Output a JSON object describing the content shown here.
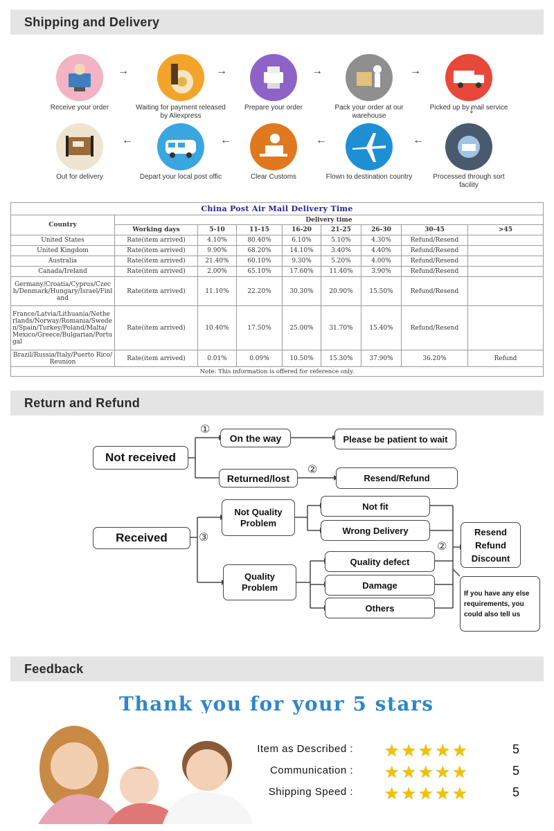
{
  "sections": {
    "shipping": "Shipping and Delivery",
    "return": "Return and Refund",
    "feedback": "Feedback"
  },
  "process": {
    "row1": [
      {
        "label": "Receive your order",
        "icon": "computer-user-icon"
      },
      {
        "label": "Waiting for payment released by Aliexpress",
        "icon": "money-bag-icon"
      },
      {
        "label": "Prepare your order",
        "icon": "printer-icon"
      },
      {
        "label": "Pack your order at our warehouse",
        "icon": "package-icon"
      },
      {
        "label": "Picked up by mail service",
        "icon": "truck-icon"
      }
    ],
    "row2": [
      {
        "label": "Out for delivery",
        "icon": "parcel-icon"
      },
      {
        "label": "Depart your local post offic",
        "icon": "van-icon"
      },
      {
        "label": "Clear  Customs",
        "icon": "customs-officer-icon"
      },
      {
        "label": "Flown to destination country",
        "icon": "airplane-icon"
      },
      {
        "label": "Processed through sort facility",
        "icon": "globe-icon"
      }
    ],
    "colors": {
      "pink": "#f2b3c4",
      "orange": "#f2a52a",
      "purple": "#8e63c7",
      "grey": "#8f8f8f",
      "red": "#e8483a",
      "beige": "#dcc9a8",
      "blue": "#3aa6e0",
      "darkorange": "#e0781f",
      "sky": "#1f8fd4",
      "navy": "#4a5a6e"
    }
  },
  "table": {
    "title": "China Post Air Mail Delivery Time",
    "delivery_time": "Delivery time",
    "country_header": "Country",
    "columns": [
      "Working days",
      "5-10",
      "11-15",
      "16-20",
      "21-25",
      "26-30",
      "30-45",
      ">45"
    ],
    "rows": [
      {
        "country": "United States",
        "type": "Rate(item arrived)",
        "v": [
          "4.10%",
          "80.40%",
          "6.10%",
          "5.10%",
          "4.30%",
          "Refund/Resend",
          ""
        ]
      },
      {
        "country": "United Kingdom",
        "type": "Rate(item arrived)",
        "v": [
          "9.90%",
          "68.20%",
          "14.10%",
          "3.40%",
          "4.40%",
          "Refund/Resend",
          ""
        ]
      },
      {
        "country": "Australia",
        "type": "Rate(item arrived)",
        "v": [
          "21.40%",
          "60.10%",
          "9.30%",
          "5.20%",
          "4.00%",
          "Refund/Resend",
          ""
        ]
      },
      {
        "country": "Canada/Ireland",
        "type": "Rate(item arrived)",
        "v": [
          "2.00%",
          "65.10%",
          "17.60%",
          "11.40%",
          "3.90%",
          "Refund/Resend",
          ""
        ]
      },
      {
        "country": "Germany/Croatia/Cyprus/Czech/Denmark/Hungary/Israel/Finland",
        "type": "Rate(item arrived)",
        "v": [
          "11.10%",
          "22.20%",
          "30.30%",
          "20.90%",
          "15.50%",
          "Refund/Resend",
          ""
        ]
      },
      {
        "country": "France/Latvia/Lithuania/Netherlands/Norway/Romania/Sweden/Spain/Turkey/Poland/Malta/Mexico/Greece/Bulgarian/Portugal",
        "type": "Rate(item arrived)",
        "v": [
          "10.40%",
          "17.50%",
          "25.00%",
          "31.70%",
          "15.40%",
          "Refund/Resend",
          ""
        ]
      },
      {
        "country": "Brazil/Russia/Italy/Puerto Rico/Reunion",
        "type": "Rate(item arrived)",
        "v": [
          "0.01%",
          "0.09%",
          "10.50%",
          "15.30%",
          "37.90%",
          "36.20%",
          "Refund"
        ]
      }
    ],
    "note": "Note: This information is offered for reference only."
  },
  "flow": {
    "not_received": "Not received",
    "on_the_way": "On the way",
    "patient": "Please be patient to wait",
    "returned_lost": "Returned/lost",
    "resend_refund": "Resend/Refund",
    "received": "Received",
    "not_quality": "Not Quality Problem",
    "not_fit": "Not fit",
    "wrong_delivery": "Wrong Delivery",
    "quality_problem": "Quality Problem",
    "quality_defect": "Quality defect",
    "damage": "Damage",
    "others": "Others",
    "resend_box": "Resend Refund Discount",
    "else_box": "If you have any else requirements, you could also tell us",
    "n1": "①",
    "n2": "②",
    "n3": "③"
  },
  "feedback": {
    "headline": "Thank you for your 5 stars",
    "ratings": [
      {
        "label": "Item as Described :",
        "value": "5",
        "stars": 5
      },
      {
        "label": "Communication :",
        "value": "5",
        "stars": 5
      },
      {
        "label": "Shipping Speed :",
        "value": "5",
        "stars": 5
      }
    ],
    "star_color": "#f2c100"
  }
}
